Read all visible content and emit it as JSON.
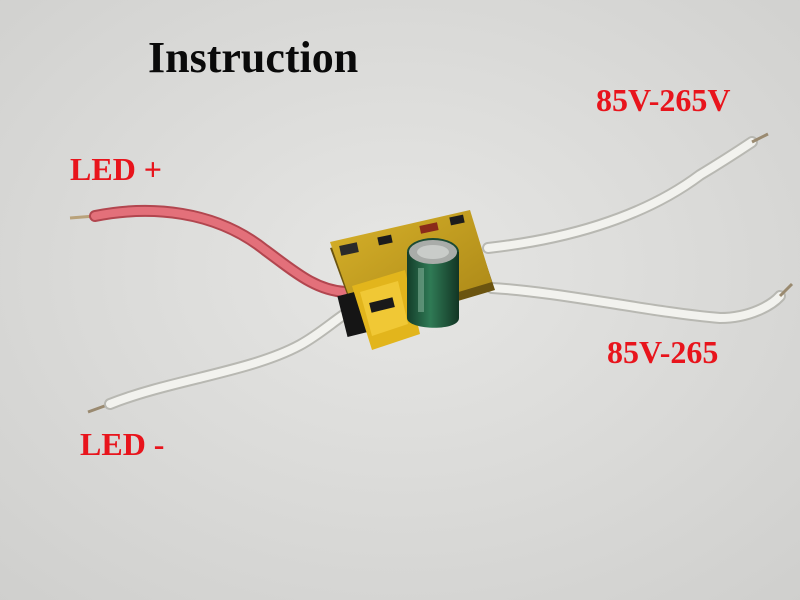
{
  "title": "Instruction",
  "labels": {
    "led_positive": "LED +",
    "led_negative": "LED -",
    "ac_input_top": "85V-265V",
    "ac_input_bottom": "85V-265"
  },
  "colors": {
    "label_red": "#e8141c",
    "title_black": "#0a0a0a",
    "background": "#d9d9d7",
    "pcb_yellow": "#c9a21f",
    "capacitor_green": "#1f5a3e",
    "wire_white": "#f2f2ee",
    "wire_red": "#e3707a"
  }
}
